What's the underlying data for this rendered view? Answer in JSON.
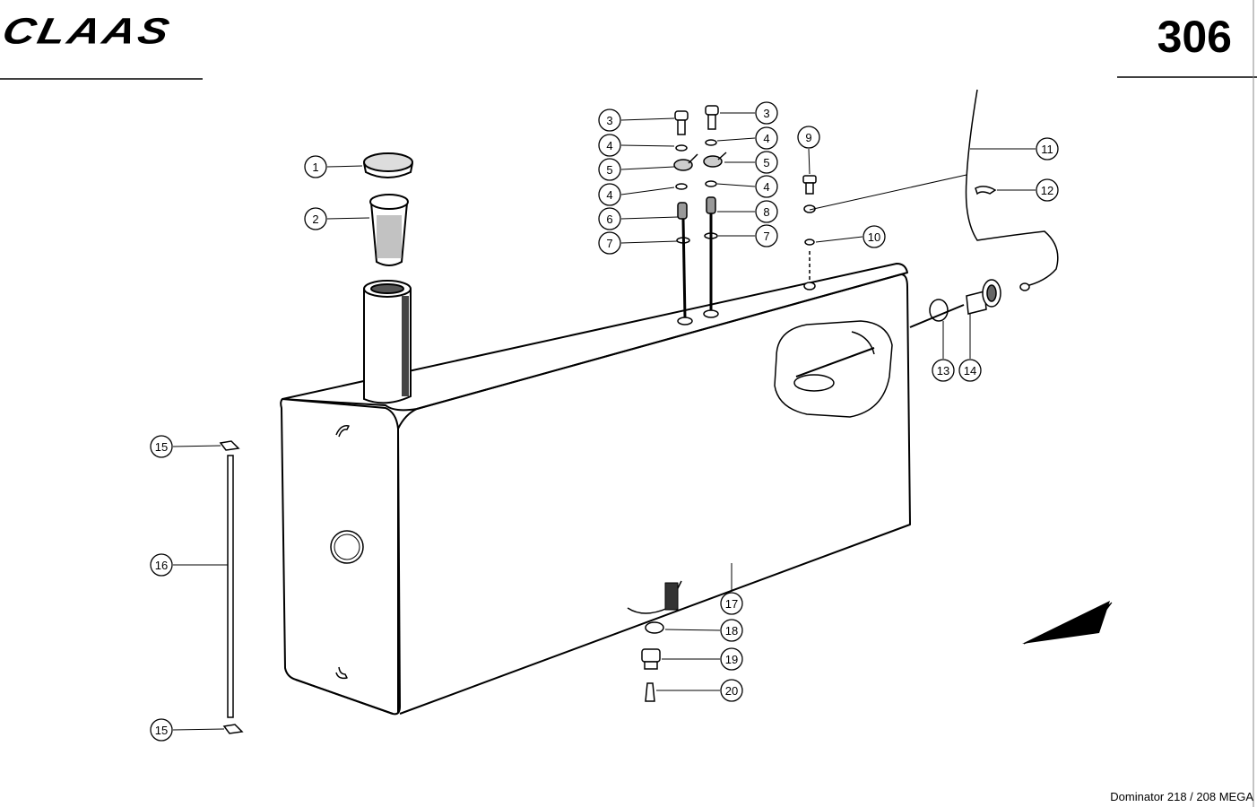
{
  "header": {
    "brand": "CLAAS",
    "page_number": "306"
  },
  "footer": {
    "model": "Dominator 218 / 208 MEGA"
  },
  "callouts": [
    {
      "num": "1"
    },
    {
      "num": "2"
    },
    {
      "num": "3"
    },
    {
      "num": "3"
    },
    {
      "num": "4"
    },
    {
      "num": "4"
    },
    {
      "num": "5"
    },
    {
      "num": "5"
    },
    {
      "num": "4"
    },
    {
      "num": "4"
    },
    {
      "num": "6"
    },
    {
      "num": "8"
    },
    {
      "num": "7"
    },
    {
      "num": "7"
    },
    {
      "num": "9"
    },
    {
      "num": "10"
    },
    {
      "num": "11"
    },
    {
      "num": "12"
    },
    {
      "num": "13"
    },
    {
      "num": "14"
    },
    {
      "num": "15"
    },
    {
      "num": "16"
    },
    {
      "num": "15"
    },
    {
      "num": "17"
    },
    {
      "num": "18"
    },
    {
      "num": "19"
    },
    {
      "num": "20"
    }
  ]
}
